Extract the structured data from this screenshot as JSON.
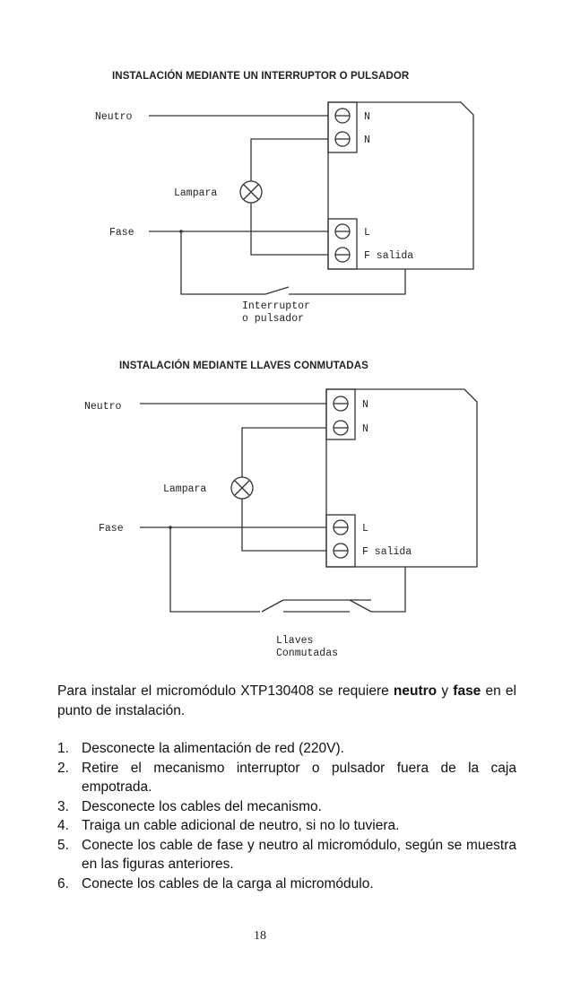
{
  "diagram1": {
    "title": "INSTALACIÓN MEDIANTE UN INTERRUPTOR O PULSADOR",
    "label_neutro": "Neutro",
    "label_fase": "Fase",
    "label_lampara": "Lampara",
    "terminal_n1": "N",
    "terminal_n2": "N",
    "terminal_l": "L",
    "terminal_f": "F salida",
    "switch_line1": "Interruptor",
    "switch_line2": "o pulsador"
  },
  "diagram2": {
    "title": "INSTALACIÓN MEDIANTE LLAVES CONMUTADAS",
    "label_neutro": "Neutro",
    "label_fase": "Fase",
    "label_lampara": "Lampara",
    "terminal_n1": "N",
    "terminal_n2": "N",
    "terminal_l": "L",
    "terminal_f": "F salida",
    "switch_line1": "Llaves",
    "switch_line2": "Conmutadas"
  },
  "instructions": {
    "intro_before": "Para instalar el micromódulo XTP130408 se requiere ",
    "intro_bold1": "neutro",
    "intro_mid": " y ",
    "intro_bold2": "fase",
    "intro_after": " en el punto de instalación.",
    "steps": [
      {
        "num": "1.",
        "text": "Desconecte la alimentación de red (220V)."
      },
      {
        "num": "2.",
        "text": "Retire el mecanismo interruptor o pulsador fuera de la caja empotrada."
      },
      {
        "num": "3.",
        "text": "Desconecte los cables del mecanismo."
      },
      {
        "num": "4.",
        "text": "Traiga un cable adicional de neutro, si no lo tuviera."
      },
      {
        "num": "5.",
        "text": "Conecte los cable de fase y neutro al micromódulo, según se muestra en las figuras anteriores."
      },
      {
        "num": "6.",
        "text": "Conecte los cables de la carga al micromódulo."
      }
    ]
  },
  "page_number": "18"
}
